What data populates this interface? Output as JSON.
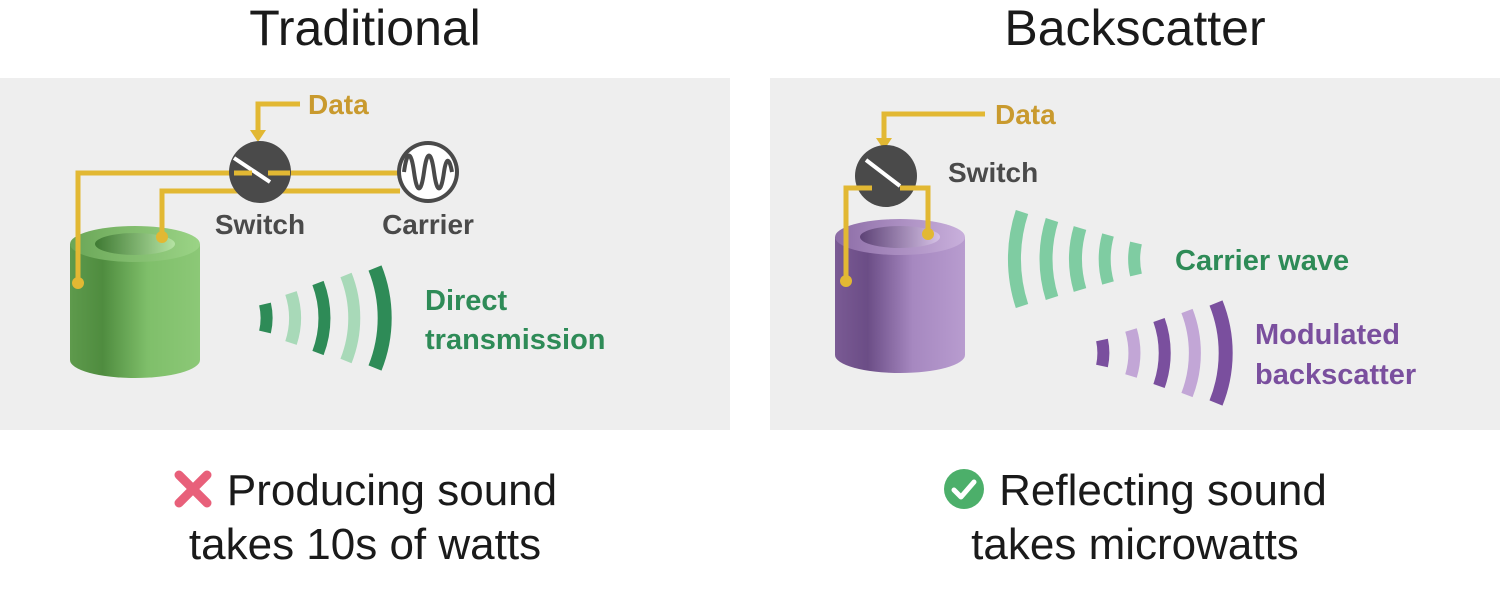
{
  "traditional": {
    "title": "Traditional",
    "labels": {
      "data": "Data",
      "switch": "Switch",
      "carrier": "Carrier",
      "transmission_line1": "Direct",
      "transmission_line2": "transmission"
    },
    "caption_line1": "Producing sound",
    "caption_line2": "takes 10s of watts",
    "status_icon": "cross-icon"
  },
  "backscatter": {
    "title": "Backscatter",
    "labels": {
      "data": "Data",
      "switch": "Switch",
      "carrier_wave": "Carrier wave",
      "modulated_line1": "Modulated",
      "modulated_line2": "backscatter"
    },
    "caption_line1": "Reflecting sound",
    "caption_line2": "takes microwatts",
    "status_icon": "check-circle-icon"
  },
  "colors": {
    "panel_background": "#eeeeee",
    "wire": "#e2b833",
    "data_label": "#c99a2e",
    "green": "#2e8b57",
    "green_light": "#a8d9b8",
    "purple": "#7a4f9e",
    "purple_light": "#c2a6d6",
    "teal": "#7fcca2",
    "switch_body": "#4a4a4a",
    "cross": "#e8607a",
    "check": "#4caf6a"
  }
}
